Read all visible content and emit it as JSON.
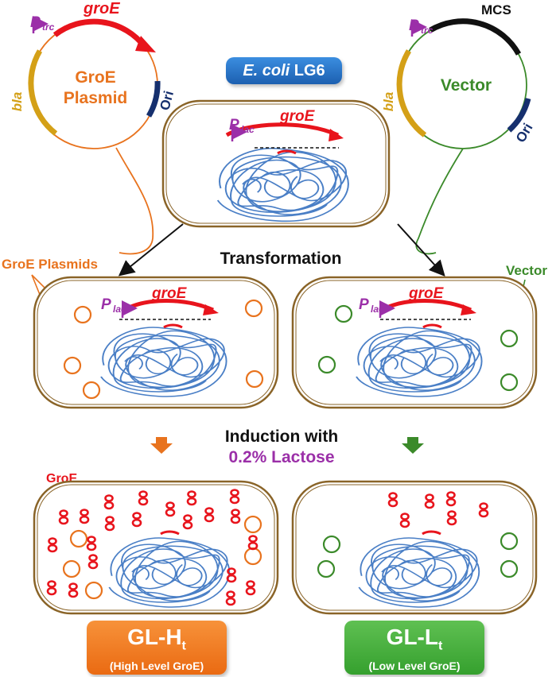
{
  "labels": {
    "groe_gene": "groE",
    "plasmid_name": "GroE Plasmid",
    "plasmid_name_line1": "GroE",
    "plasmid_name_line2": "Plasmid",
    "vector_name": "Vector",
    "promoter_p": "P",
    "promoter_trc": "trc",
    "promoter_lac": "lac",
    "mcs": "MCS",
    "bla": "bla",
    "ori": "Ori",
    "host_italic": "E. coli",
    "host_strain": "LG6",
    "transformation": "Transformation",
    "groe_plasmids": "GroE Plasmids",
    "vector_pointer": "Vector",
    "induction_line1": "Induction with",
    "induction_line2": "0.2% Lactose",
    "groe_protein": "GroE"
  },
  "strains": [
    {
      "main": "GL-H",
      "sub": "t",
      "desc": "(High Level GroE)",
      "color_top": "#f7923a",
      "color_bottom": "#ea6a12"
    },
    {
      "main": "GL-L",
      "sub": "t",
      "desc": "(Low Level GroE)",
      "color_top": "#5fc052",
      "color_bottom": "#35a02e"
    }
  ],
  "colors": {
    "orange": "#e8731e",
    "green": "#3b8a2a",
    "red": "#e8141c",
    "purple": "#9b2fa8",
    "dna": "#4a7fc6",
    "cell_border": "#8a6428",
    "bla": "#d4a017",
    "ori": "#16306e",
    "blue_badge": "#1f66bd"
  },
  "icons": {
    "groe_protein": "groe-chaperonin-icon",
    "arrow": "down-arrow-icon"
  }
}
